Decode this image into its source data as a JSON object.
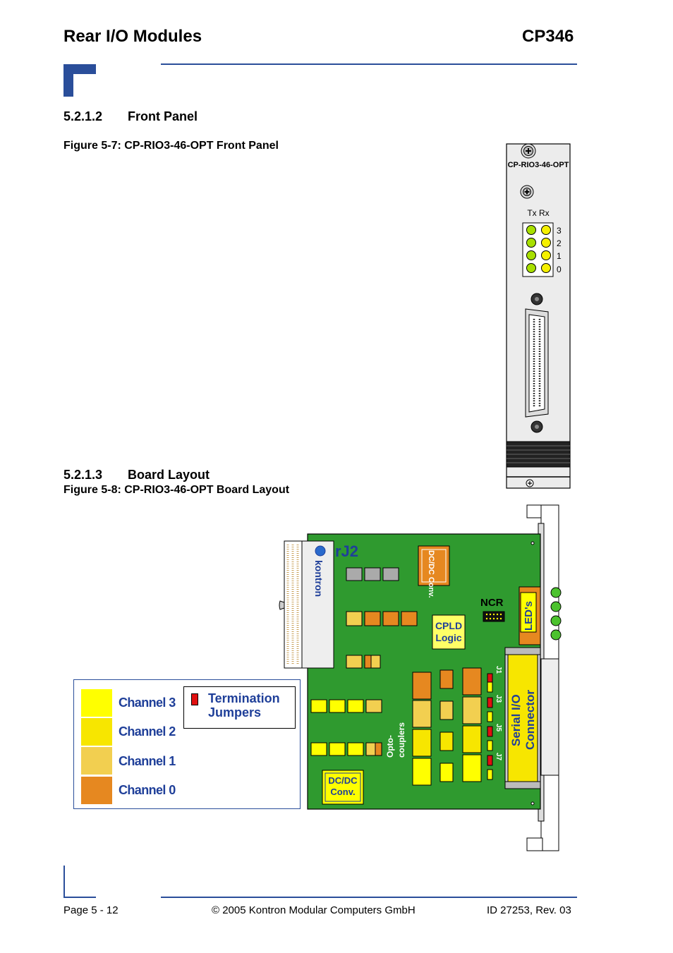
{
  "header": {
    "title": "Rear I/O Modules",
    "product": "CP346"
  },
  "sections": {
    "front_panel": {
      "number": "5.2.1.2",
      "title": "Front Panel"
    },
    "board_layout": {
      "number": "5.2.1.3",
      "title": "Board Layout"
    }
  },
  "figures": {
    "front_panel_caption": "Figure 5-7:  CP-RIO3-46-OPT Front Panel",
    "board_layout_caption": "Figure 5-8:  CP-RIO3-46-OPT Board Layout"
  },
  "front_panel": {
    "model_label": "CP-RIO3-46-OPT",
    "led_header": "Tx Rx",
    "channel_numbers": [
      "3",
      "2",
      "1",
      "0"
    ]
  },
  "board": {
    "connector_label": "rJ2",
    "vendor_logo": "kontron",
    "dcdc_top": "DC/DC Conv.",
    "dcdc_bottom_line1": "DC/DC",
    "dcdc_bottom_line2": "Conv.",
    "ncr_label": "NCR",
    "cpld_line1": "CPLD",
    "cpld_line2": "Logic",
    "leds_label": "LED's",
    "opto_line1": "Opto-",
    "opto_line2": "couplers",
    "serial_line1": "Serial I/O",
    "serial_line2": "Connector",
    "jumpers": [
      "J1",
      "J3",
      "J5",
      "J7"
    ]
  },
  "legend": {
    "channels": [
      {
        "label": "Channel 3",
        "color": "#ffff00"
      },
      {
        "label": "Channel 2",
        "color": "#f7e600"
      },
      {
        "label": "Channel 1",
        "color": "#f2cf50"
      },
      {
        "label": "Channel 0",
        "color": "#e68820"
      }
    ],
    "termination_line1": "Termination",
    "termination_line2": "Jumpers"
  },
  "footer": {
    "page": "Page 5 - 12",
    "copyright": "© 2005 Kontron Modular Computers GmbH",
    "doc_id": "ID 27253, Rev. 03"
  },
  "colors": {
    "brand_blue": "#2a4e9a",
    "pcb_green": "#2f9a2f",
    "label_blue": "#1f3f99",
    "jumper_red": "#e01010"
  }
}
